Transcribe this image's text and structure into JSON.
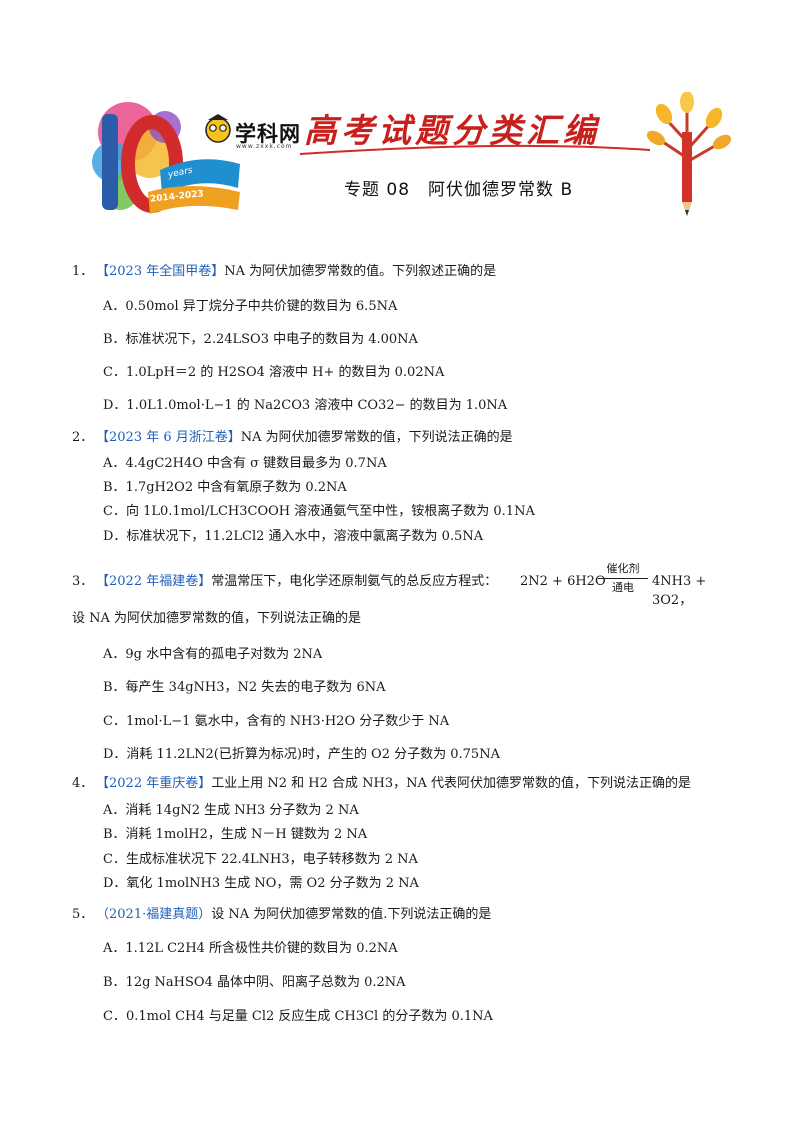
{
  "header": {
    "logo_text": "学科网",
    "logo_url": "www.zxxk.com",
    "badge_years": "years",
    "badge_range": "2014-2023",
    "series_title": "高考试题分类汇编",
    "topic": "专题 08　阿伏伽德罗常数 B"
  },
  "questions": [
    {
      "num": "1．",
      "source": "【2023 年全国甲卷】",
      "stem": "NA 为阿伏加德罗常数的值。下列叙述正确的是",
      "options": [
        "A．0.50mol 异丁烷分子中共价键的数目为 6.5NA",
        "B．标准状况下，2.24LSO3 中电子的数目为 4.00NA",
        "C．1.0LpH＝2 的 H2SO4 溶液中 H+ 的数目为 0.02NA",
        "D．1.0L1.0mol·L−1 的 Na2CO3 溶液中 CO32− 的数目为 1.0NA"
      ]
    },
    {
      "num": "2．",
      "source": "【2023 年 6 月浙江卷】",
      "stem": "NA 为阿伏加德罗常数的值，下列说法正确的是",
      "options": [
        "A．4.4gC2H4O 中含有 σ 键数目最多为 0.7NA",
        "B．1.7gH2O2 中含有氧原子数为 0.2NA",
        "C．向 1L0.1mol/LCH3COOH 溶液通氨气至中性，铵根离子数为 0.1NA",
        "D．标准状况下，11.2LCl2 通入水中，溶液中氯离子数为 0.5NA"
      ]
    },
    {
      "num": "3．",
      "source": "【2022 年福建卷】",
      "stem": "常温常压下，电化学还原制氨气的总反应方程式：",
      "equation": {
        "lhs": "2N2 + 6H2O",
        "catalyst": "催化剂",
        "condition": "通电",
        "rhs": "4NH3 + 3O2，"
      },
      "continuation": "设 NA 为阿伏加德罗常数的值，下列说法正确的是",
      "options": [
        "A．9g 水中含有的孤电子对数为 2NA",
        "B．每产生 34gNH3，N2 失去的电子数为 6NA",
        "C．1mol·L−1 氨水中，含有的 NH3·H2O 分子数少于 NA",
        "D．消耗 11.2LN2(已折算为标况)时，产生的 O2 分子数为 0.75NA"
      ]
    },
    {
      "num": "4．",
      "source": "【2022 年重庆卷】",
      "stem": "工业上用 N2 和 H2 合成 NH3，NA 代表阿伏加德罗常数的值，下列说法正确的是",
      "options": [
        "A．消耗 14gN2 生成 NH3 分子数为 2 NA",
        "B．消耗 1molH2，生成 N－H 键数为 2 NA",
        "C．生成标准状况下 22.4LNH3，电子转移数为 2 NA",
        "D．氧化 1molNH3 生成 NO，需 O2 分子数为 2 NA"
      ]
    },
    {
      "num": "5．",
      "source": "（2021·福建真题）",
      "stem": "设 NA 为阿伏加德罗常数的值.下列说法正确的是",
      "options": [
        "A．1.12L C2H4 所含极性共价键的数目为 0.2NA",
        "B．12g NaHSO4 晶体中阴、阳离子总数为 0.2NA",
        "C．0.1mol CH4 与足量 Cl2 反应生成 CH3Cl 的分子数为 0.1NA"
      ]
    }
  ]
}
